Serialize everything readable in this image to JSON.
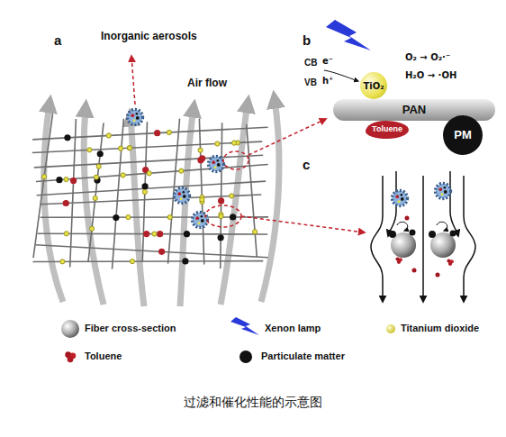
{
  "diagram": {
    "caption": "过滤和催化性能的示意图",
    "nodes": [
      {
        "text": [
          "TiO₂"
        ]
      },
      {
        "text": [
          "PAN"
        ]
      },
      {
        "text": [
          "Toluene"
        ]
      },
      {
        "text": [
          "PM"
        ]
      }
    ],
    "labels": [
      "a",
      "Inorganic aerosols",
      "Air flow",
      "b",
      "CB",
      "e⁻",
      "VB",
      "h⁺",
      "O₂ → O₂·⁻",
      "H₂O → ·OH",
      "c"
    ],
    "legend": [
      {
        "text": "Fiber cross-section"
      },
      {
        "text": "Xenon lamp"
      },
      {
        "text": "Titanium dioxide"
      },
      {
        "text": "Toluene"
      },
      {
        "text": "Particulate matter"
      }
    ]
  }
}
